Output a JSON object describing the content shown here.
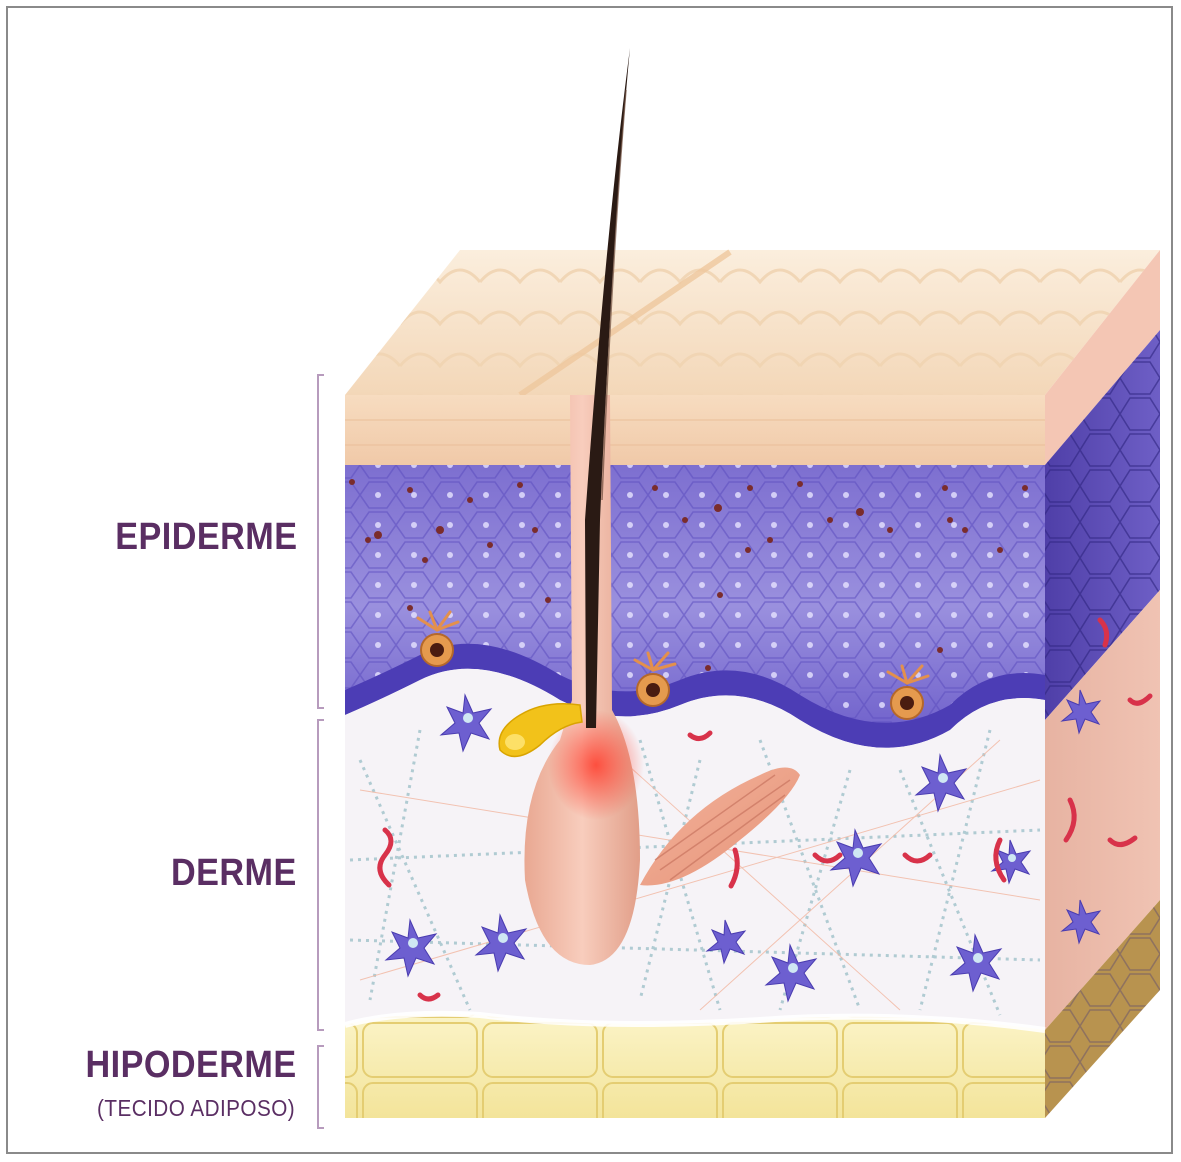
{
  "labels": {
    "epiderme": "EPIDERME",
    "derme": "DERME",
    "hipoderme": "HIPODERME",
    "hipoderme_sub": "(TECIDO ADIPOSO)"
  },
  "colors": {
    "label_text": "#5a2e63",
    "bracket": "#b79bbd",
    "stratum_corneum": "#f6dcc0",
    "epidermis_cells": "#8f84d8",
    "basal_layer": "#5d4fc4",
    "dermis": "#f4f2f6",
    "hypodermis_fat": "#f8efb6",
    "hair": "#2a1a14",
    "hair_follicle": "#f2b7a3",
    "melanin": "#7a2c2c",
    "blood_vessel": "#d8324a"
  }
}
